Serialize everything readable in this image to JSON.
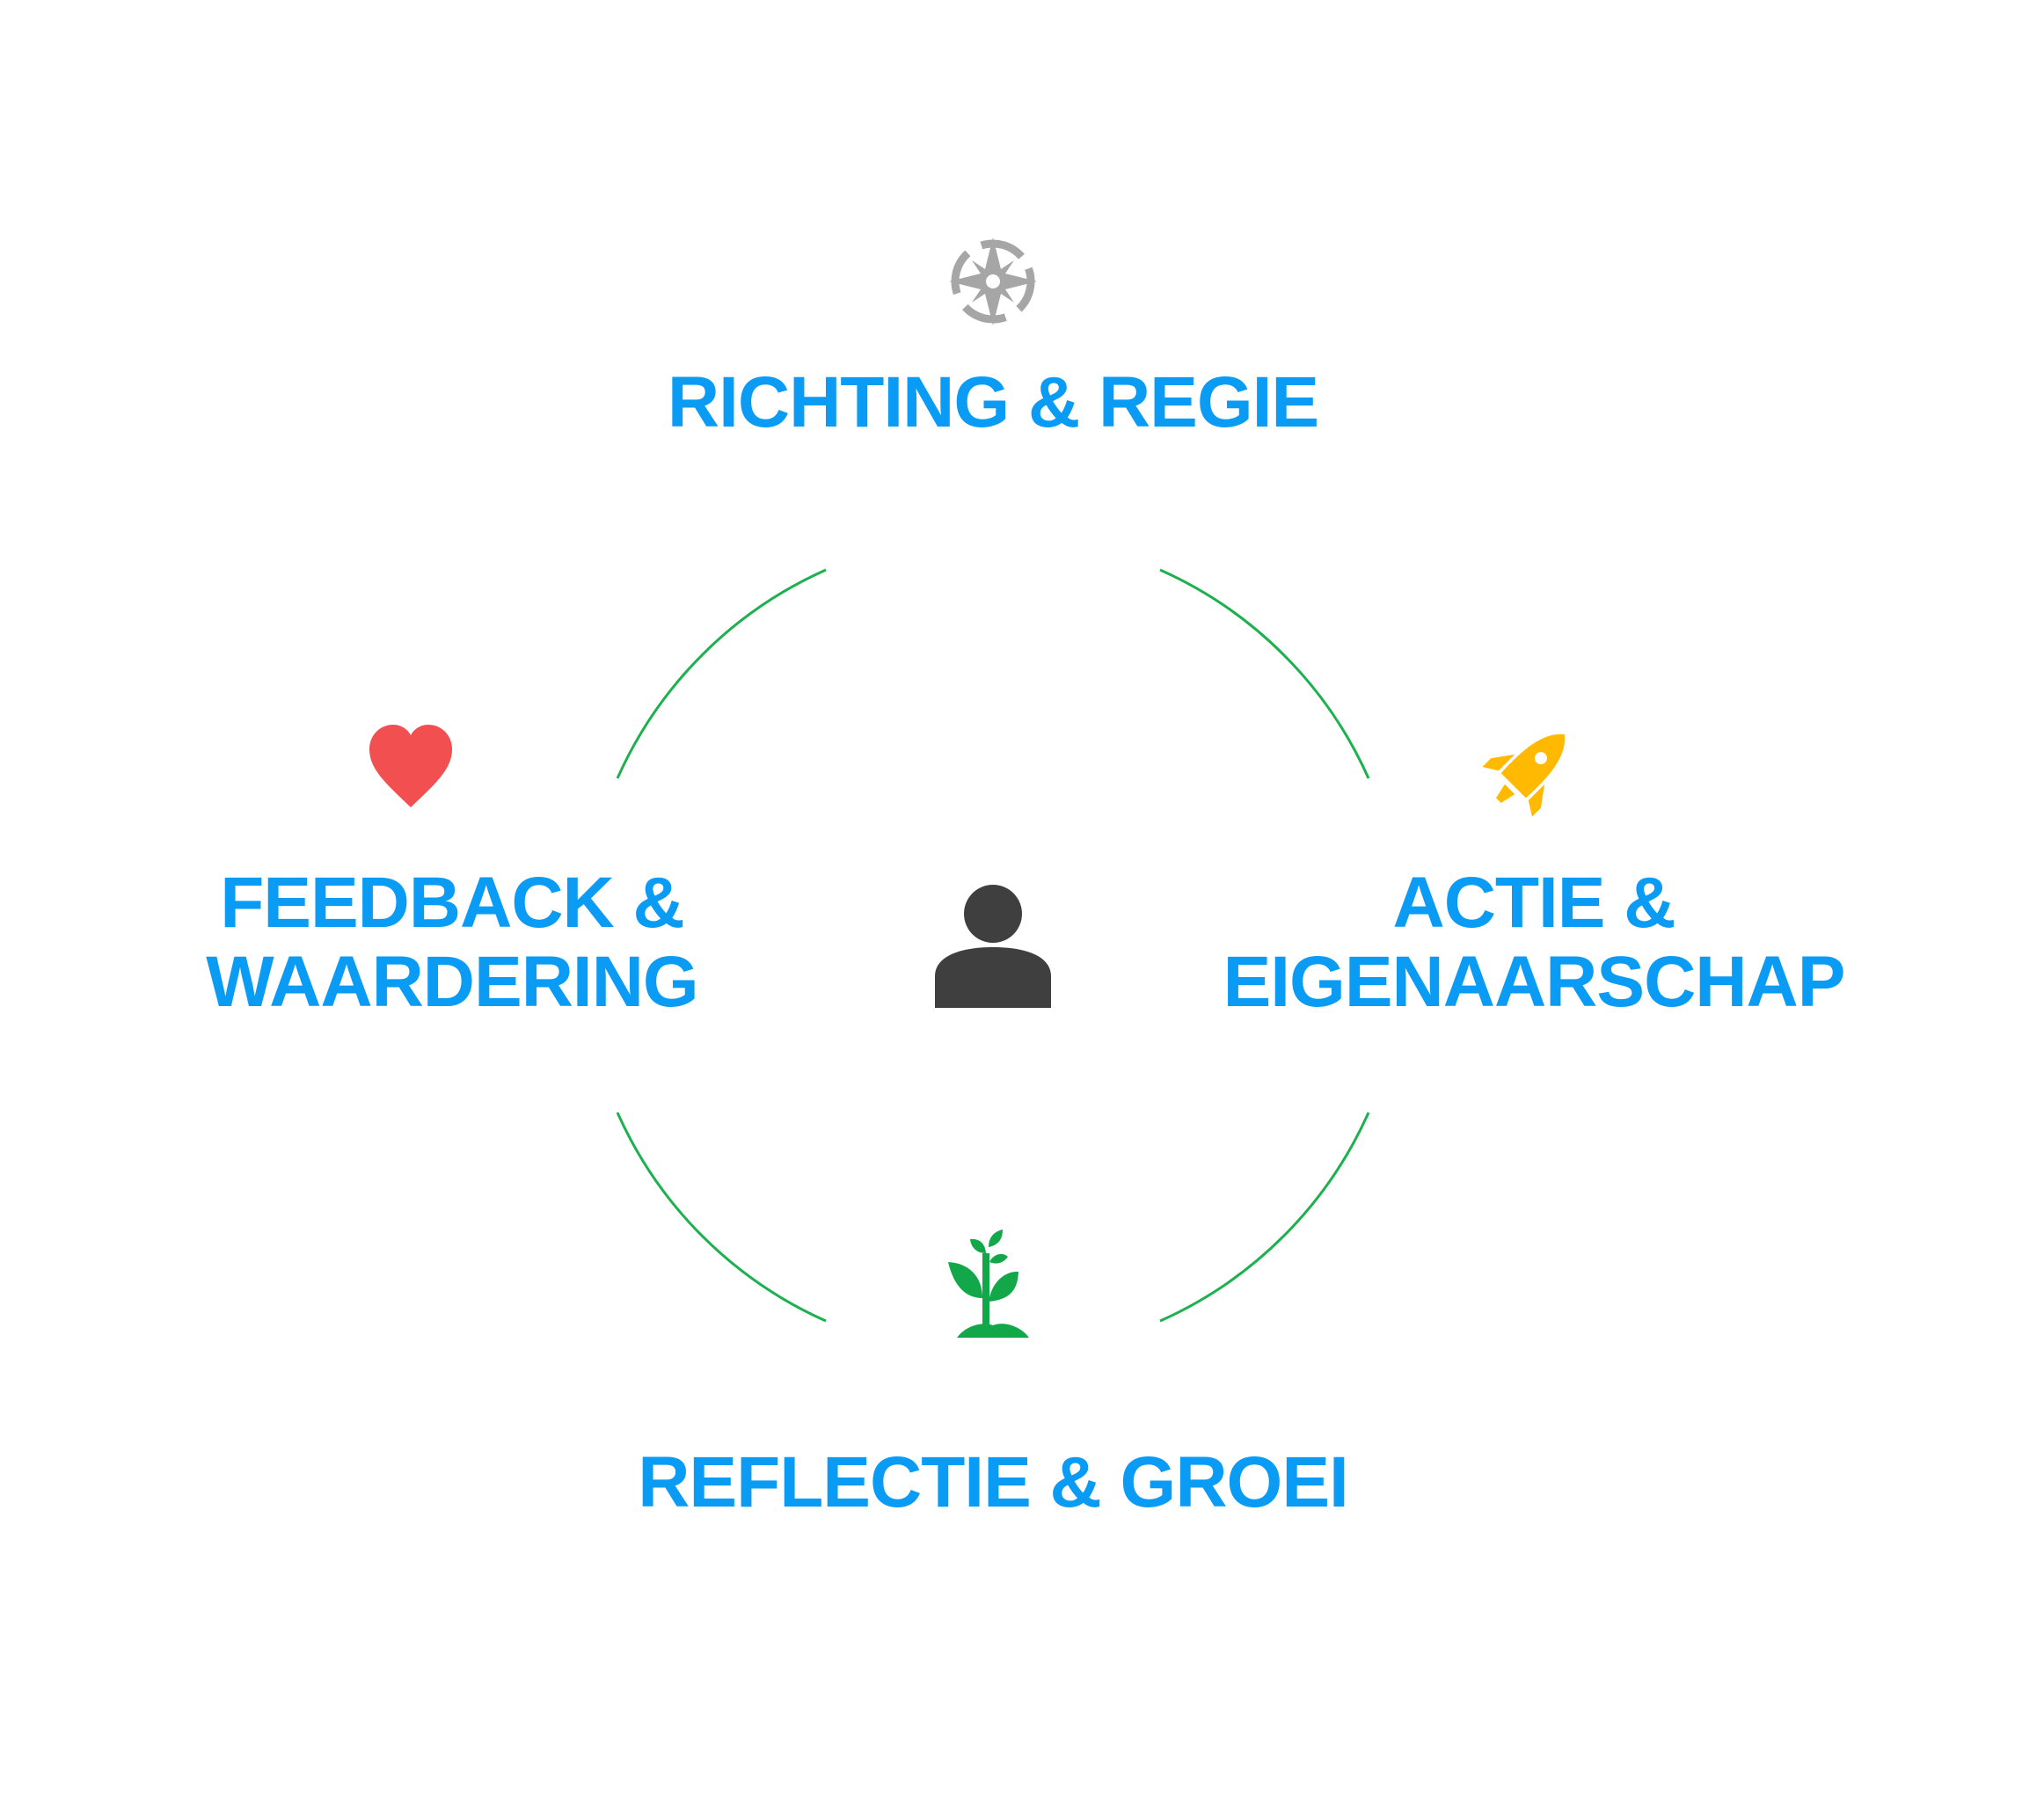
{
  "center": {
    "icon": "person-icon"
  },
  "sections": {
    "top": {
      "label": "RICHTING & REGIE",
      "icon": "compass-icon"
    },
    "right": {
      "line1": "ACTIE &",
      "line2": "EIGENAARSCHAP",
      "icon": "rocket-icon"
    },
    "bottom": {
      "label": "REFLECTIE & GROEI",
      "icon": "plant-icon"
    },
    "left": {
      "line1": "FEEDBACK &",
      "line2": "WAARDERING",
      "icon": "heart-icon"
    }
  },
  "colors": {
    "label": "#0A9BF5",
    "arc": "#1DB04F",
    "compass": "#A6A6A6",
    "rocket": "#FFB900",
    "heart": "#F25050",
    "plant": "#12A84A",
    "person": "#3F3F3F"
  }
}
